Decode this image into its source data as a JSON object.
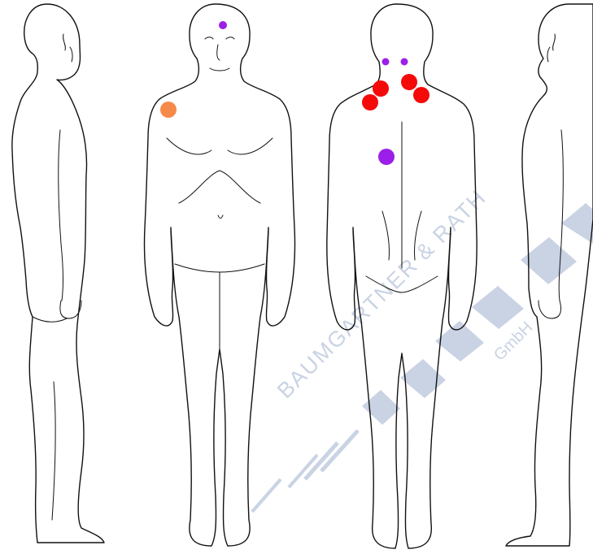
{
  "watermark": {
    "line1": "BAUMGARTNER & RATH",
    "line2": "GmbH",
    "color": "#c9d3e4",
    "icon": "diamond-blocks-logo"
  },
  "figures": [
    {
      "view": "side-left"
    },
    {
      "view": "front"
    },
    {
      "view": "back"
    },
    {
      "view": "side-right"
    }
  ],
  "markers": [
    {
      "figure": "front",
      "location": "forehead-left",
      "color": "#9b1fe8",
      "size": "small"
    },
    {
      "figure": "front",
      "location": "right-shoulder",
      "color": "#f58a4b",
      "size": "medium"
    },
    {
      "figure": "back",
      "location": "upper-neck-left",
      "color": "#9b1fe8",
      "size": "small"
    },
    {
      "figure": "back",
      "location": "upper-neck-right",
      "color": "#9b1fe8",
      "size": "small"
    },
    {
      "figure": "back",
      "location": "neck-left",
      "color": "#f50a0a",
      "size": "large"
    },
    {
      "figure": "back",
      "location": "neck-right",
      "color": "#f50a0a",
      "size": "large"
    },
    {
      "figure": "back",
      "location": "shoulder-left",
      "color": "#f50a0a",
      "size": "large"
    },
    {
      "figure": "back",
      "location": "shoulder-right",
      "color": "#f50a0a",
      "size": "large"
    },
    {
      "figure": "back",
      "location": "mid-back",
      "color": "#9b1fe8",
      "size": "large"
    }
  ]
}
